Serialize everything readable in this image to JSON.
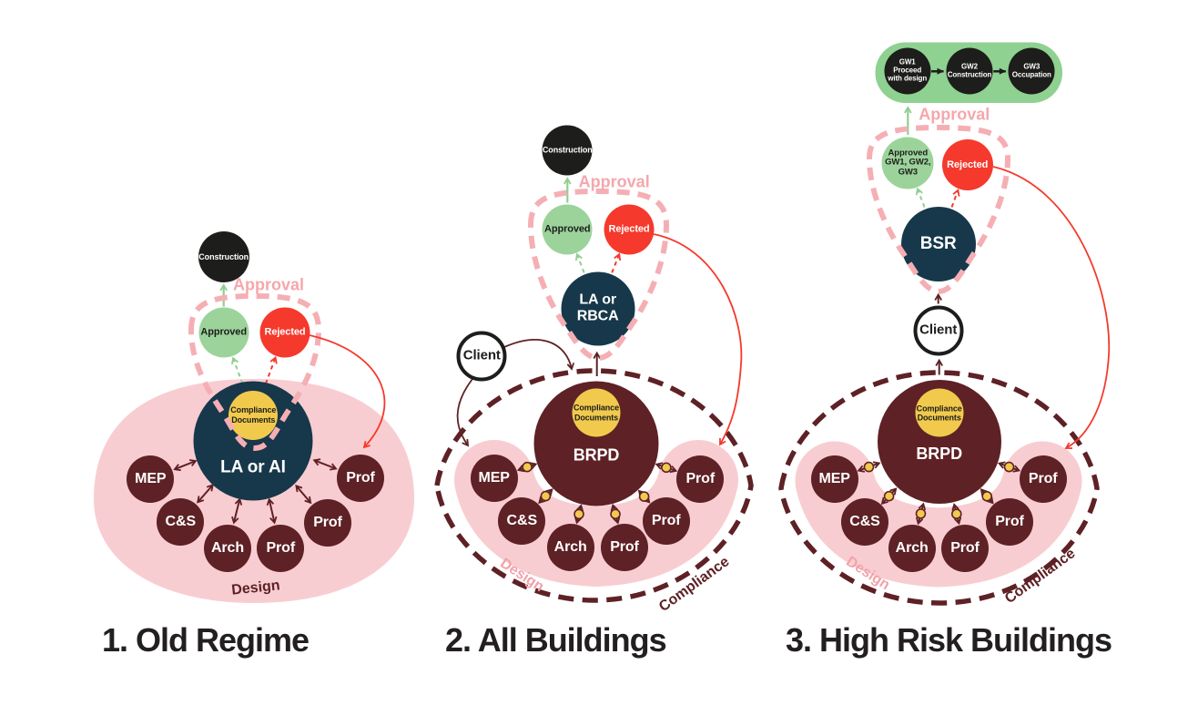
{
  "titles": [
    "1. Old Regime",
    "2. All Buildings",
    "3. High Risk Buildings"
  ],
  "labels": {
    "approval": "Approval",
    "design": "Design",
    "compliance": "Compliance"
  },
  "d1": {
    "construction": "Construction",
    "approved": "Approved",
    "rejected": "Rejected",
    "compliance_documents": "Compliance\nDocuments",
    "center": "LA or AI",
    "satellites": [
      "MEP",
      "C&S",
      "Arch",
      "Prof",
      "Prof",
      "Prof"
    ]
  },
  "d2": {
    "construction": "Construction",
    "approved": "Approved",
    "rejected": "Rejected",
    "center": "LA or\nRBCA",
    "client": "Client",
    "brpd": "BRPD",
    "compliance_documents": "Compliance\nDocuments",
    "satellites": [
      "MEP",
      "C&S",
      "Arch",
      "Prof",
      "Prof",
      "Prof"
    ]
  },
  "d3": {
    "gateways": [
      "GW1\nProceed\nwith design",
      "GW2\nConstruction",
      "GW3\nOccupation"
    ],
    "approved": "Approved\nGW1, GW2,\nGW3",
    "rejected": "Rejected",
    "bsr": "BSR",
    "client": "Client",
    "brpd": "BRPD",
    "compliance_documents": "Compliance\nDocuments",
    "satellites": [
      "MEP",
      "C&S",
      "Arch",
      "Prof",
      "Prof",
      "Prof"
    ]
  },
  "colors": {
    "navy": "#16384a",
    "maroon": "#5e2125",
    "pink_fill": "#f8cdd2",
    "pink_dash": "#f5afb4",
    "pink_text": "#f5a7ac",
    "green": "#9cd39b",
    "green_pill": "#8ed191",
    "green_arrow": "#8fcf90",
    "red": "#f5392c",
    "yellow": "#f1ca4d",
    "black": "#1d1d1b"
  }
}
